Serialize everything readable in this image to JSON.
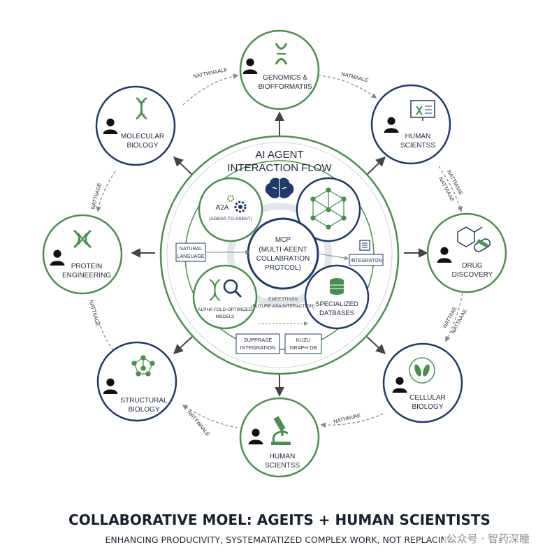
{
  "colors": {
    "green": "#4a8f4f",
    "navy": "#1f3a68",
    "dark": "#1e2a3a",
    "grey": "#8a8a8a"
  },
  "hub": {
    "title_line1": "AI AGENT",
    "title_line2": "INTERACTION FLOW",
    "a2a_label": "A2A",
    "a2a_sub": "(AGENT-TO-ASENT)",
    "mcp_line1": "MCP",
    "mcp_line2": "(MULTI-AEENT",
    "mcp_line3": "COLLABRATION",
    "mcp_line4": "PROTCOL)",
    "natural_language_line1": "NATURAL",
    "natural_language_line2": "LANGUAGE",
    "integration": "INTEGRATON",
    "alpha_line1": "ALPHA FOLD-OPTIMIZED",
    "alpha_line2": "MBDELS",
    "specialized_line1": "SPECIALIZED",
    "specialized_line2": "DATBASES",
    "emerging_line1": "EMEESTINSS",
    "emerging_line2": "(FUTURE ASA INTERACTION)",
    "supabase_line1": "SUPPRASE",
    "supabase_line2": "INTEGRATION",
    "kuzu_line1": "KUZU",
    "kuzu_line2": "GRAPH DB"
  },
  "nodes": {
    "genomics": {
      "line1": "GENOMICS &",
      "line2": "BIOFFORMATIIS",
      "icon": "chromosome-icon"
    },
    "human_top": {
      "line1": "HUMAN",
      "line2": "SCIENTSS",
      "icon": "monitor-icon"
    },
    "drug": {
      "line1": "DRUG",
      "line2": "DISCOVERY",
      "icon": "pill-icon"
    },
    "cellular": {
      "line1": "CELLULAR",
      "line2": "BIOLOGY",
      "icon": "cell-icon"
    },
    "human_bottom": {
      "line1": "HUMAN",
      "line2": "SCIENTSS",
      "icon": "microscope-icon"
    },
    "structural": {
      "line1": "STRUCTURAL",
      "line2": "BIOLOGY",
      "icon": "network-icon"
    },
    "protein": {
      "line1": "PROTEIN",
      "line2": "ENGINEERING",
      "icon": "protein-icon"
    },
    "molecular": {
      "line1": "MOLECULAR",
      "line2": "BIOLOGY",
      "icon": "dna-icon"
    }
  },
  "arcs": {
    "top_left": "NATTWVAALE",
    "top_right": "NATMAALE",
    "right_upper_1": "NATTMIIAE",
    "right_upper_2": "NATTAAAE",
    "right_lower_1": "NATTIIAE",
    "right_lower_2": "NATTAAAE",
    "bottom_right": "NATHNVAE",
    "bottom_left": "NATTWAALE",
    "left_upper": "NATTIIAGE",
    "left_lower": "NATTIIAGE"
  },
  "footer": {
    "title": "COLLABORATIVE MOEL: AGEITS + HUMAN SCIENTISTS",
    "subtitle": "ENHANCING PRODUCIVITY, SYSTEMATATIZED COMPLEX WORK, NOT REPLACING",
    "watermark": "公众号 · 智药深瞳"
  }
}
